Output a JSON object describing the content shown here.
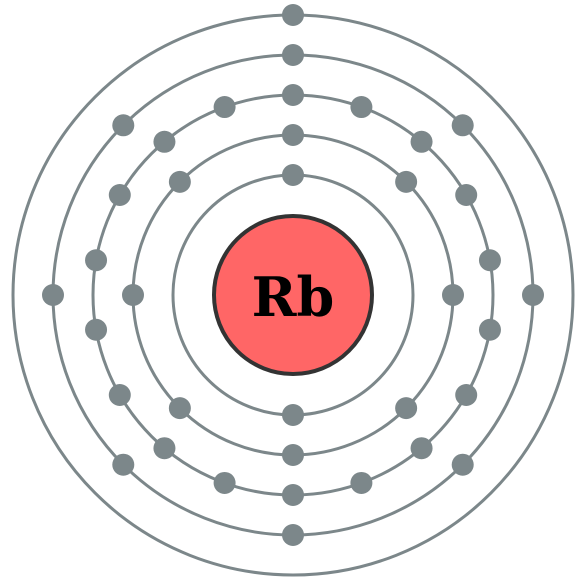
{
  "atom": {
    "symbol": "Rb",
    "electrons_per_shell": [
      2,
      8,
      18,
      8,
      1
    ],
    "colors": {
      "nucleus_fill": "#ff6666",
      "nucleus_stroke": "#333333",
      "shell": "#7c878a",
      "electron": "#7c878a"
    }
  }
}
